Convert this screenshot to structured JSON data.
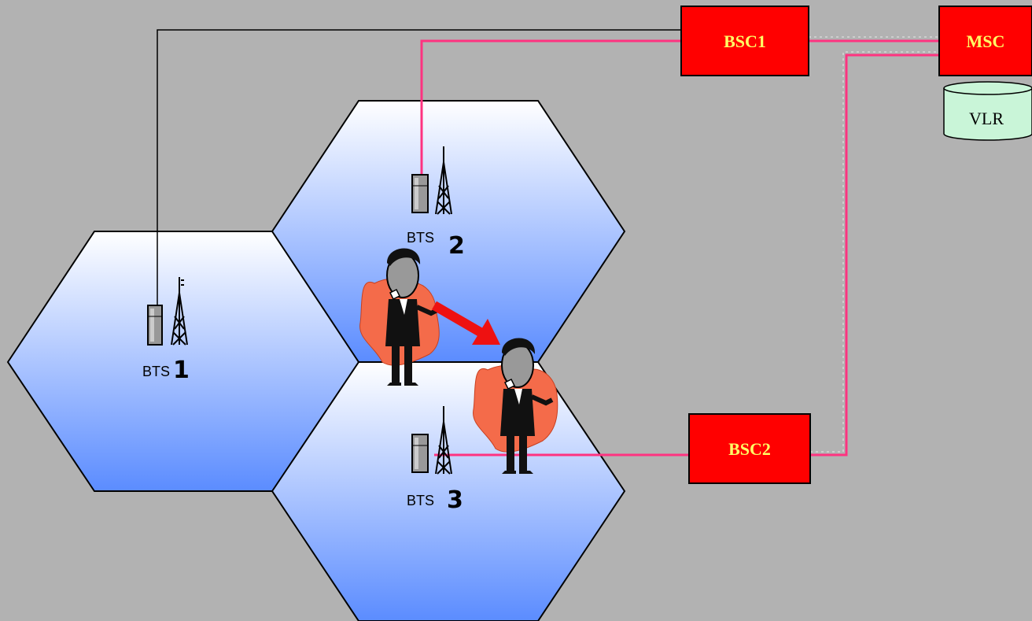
{
  "nodes": {
    "bsc1": "BSC1",
    "bsc2": "BSC2",
    "msc": "MSC",
    "vlr": "VLR"
  },
  "bts": [
    {
      "prefix": "BTS",
      "number": "1"
    },
    {
      "prefix": "BTS",
      "number": "2"
    },
    {
      "prefix": "BTS",
      "number": "3"
    }
  ],
  "colors": {
    "background": "#b2b2b2",
    "box_fill": "#ff0000",
    "box_label": "#ffff66",
    "link_pink": "#ff3380",
    "cell_top": "#ffffff",
    "cell_bottom": "#5b8cff",
    "vlr_fill": "#c9f5d8",
    "handover_arrow": "#ee1111",
    "aura": "#f46b4a"
  },
  "icons": [
    "base-station-cabinet-icon",
    "antenna-tower-icon",
    "mobile-user-icon",
    "handover-arrow-icon"
  ]
}
